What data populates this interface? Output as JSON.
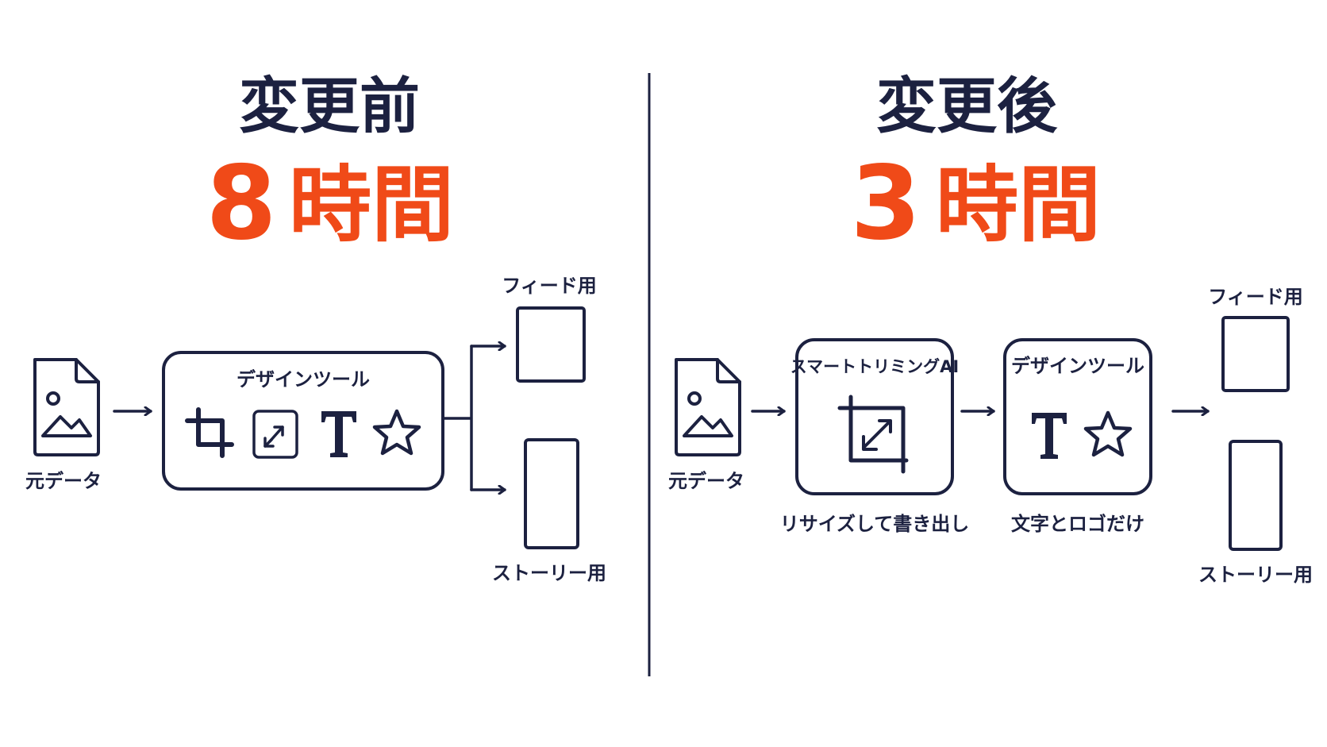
{
  "colors": {
    "ink": "#1c2140",
    "accent": "#f04a18",
    "background": "#ffffff"
  },
  "before": {
    "title": "変更前",
    "time_value": "8",
    "time_unit": "時間",
    "source_label": "元データ",
    "tool_label": "デザインツール",
    "tool_icons": [
      "crop-icon",
      "resize-icon",
      "text-icon",
      "star-icon"
    ],
    "output_feed_label": "フィード用",
    "output_story_label": "ストーリー用"
  },
  "after": {
    "title": "変更後",
    "time_value": "3",
    "time_unit": "時間",
    "source_label": "元データ",
    "ai_label": "スマートトリミングAI",
    "ai_caption": "リサイズして書き出し",
    "ai_icons": [
      "crop-resize-icon"
    ],
    "tool_label": "デザインツール",
    "tool_caption": "文字とロゴだけ",
    "tool_icons": [
      "text-icon",
      "star-icon"
    ],
    "output_feed_label": "フィード用",
    "output_story_label": "ストーリー用"
  }
}
